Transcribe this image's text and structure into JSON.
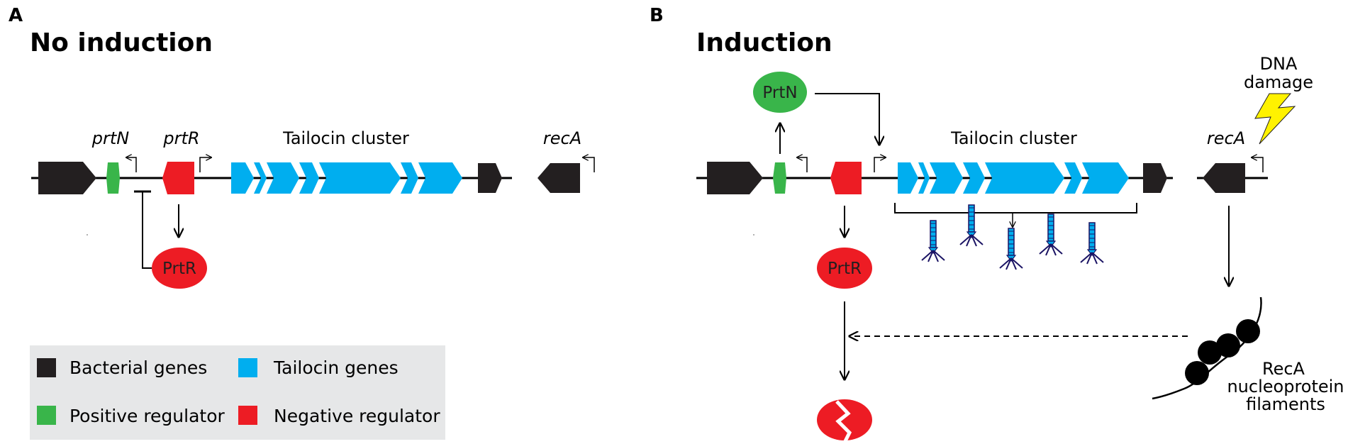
{
  "panel_a": {
    "letter": "A",
    "title": "No induction",
    "gene_labels": {
      "prtN": "prtN",
      "prtR": "prtR",
      "cluster": "Tailocin cluster",
      "recA": "recA"
    },
    "protein_prtr": "PrtR"
  },
  "panel_b": {
    "letter": "B",
    "title": "Induction",
    "gene_labels": {
      "cluster": "Tailocin cluster",
      "recA": "recA"
    },
    "protein_prtn": "PrtN",
    "protein_prtr": "PrtR",
    "dna_damage": [
      "DNA",
      "damage"
    ],
    "reca_filaments": [
      "RecA",
      "nucleoprotein",
      "filaments"
    ]
  },
  "legend": {
    "items": [
      {
        "label": "Bacterial genes",
        "color": "#231f20"
      },
      {
        "label": "Tailocin genes",
        "color": "#00aeef"
      },
      {
        "label": "Positive regulator",
        "color": "#39b54a"
      },
      {
        "label": "Negative regulator",
        "color": "#ed1c24"
      }
    ]
  },
  "colors": {
    "bacterial": "#231f20",
    "tailocin": "#00aeef",
    "positive": "#39b54a",
    "negative": "#ed1c24",
    "lightning": "#fff200",
    "legend_bg": "#e6e7e8",
    "phage_tail": "#1b1464"
  }
}
